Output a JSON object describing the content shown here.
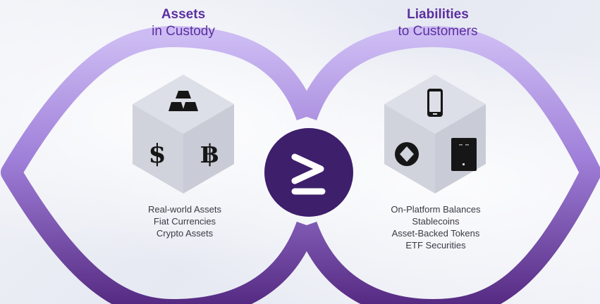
{
  "left": {
    "title": "Assets",
    "subtitle": "in Custody",
    "items": [
      "Real-world Assets",
      "Fiat Currencies",
      "Crypto Assets"
    ],
    "icons": [
      "gold-bars-icon",
      "dollar-icon",
      "bitcoin-icon"
    ]
  },
  "right": {
    "title": "Liabilities",
    "subtitle": "to Customers",
    "items": [
      "On-Platform Balances",
      "Stablecoins",
      "Asset-Backed Tokens",
      "ETF Securities"
    ],
    "icons": [
      "smartphone-icon",
      "token-icon",
      "hardware-wallet-icon"
    ]
  },
  "center": {
    "symbol": "greater-than-or-equal-icon"
  },
  "colors": {
    "accent": "#5b2fa0",
    "band_light": "#c7b3f0",
    "band_dark": "#5b2d8e",
    "center_circle": "#3e1f6b",
    "cube": "#d2d5df"
  }
}
